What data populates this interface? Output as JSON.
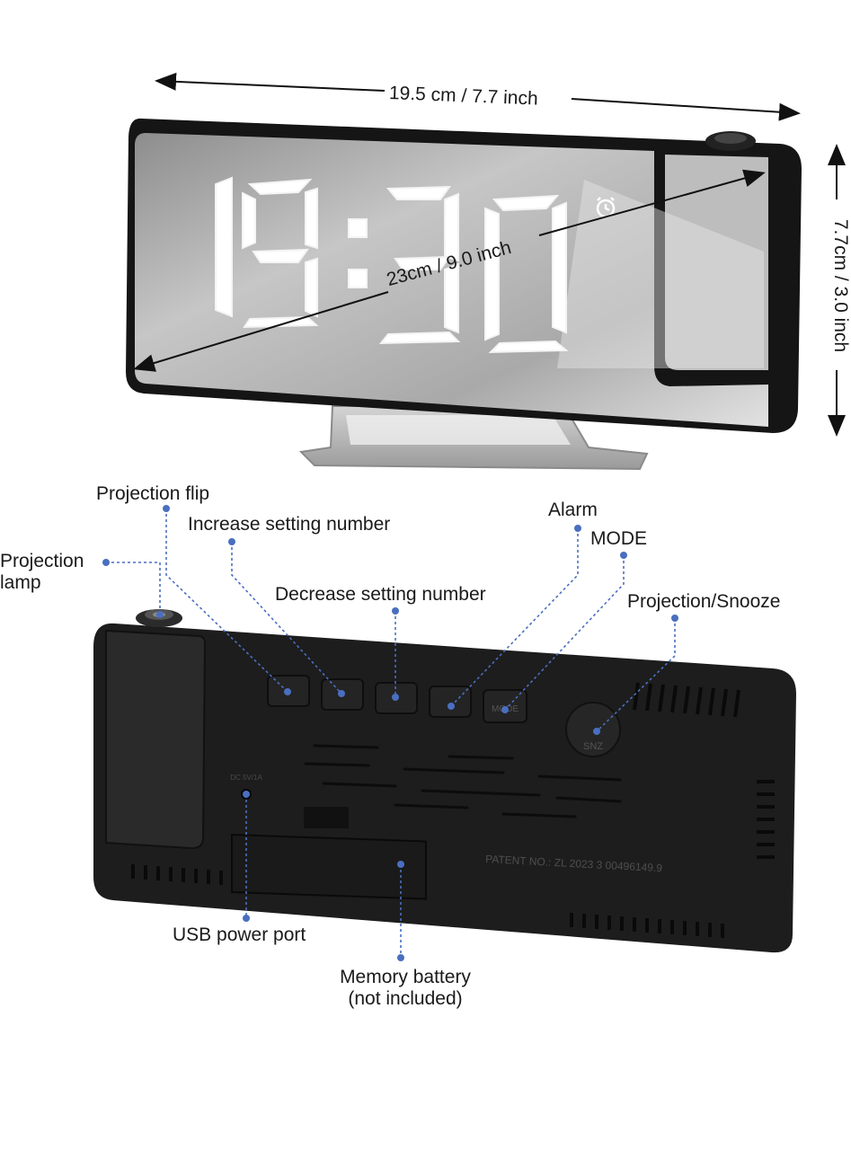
{
  "dimensions": {
    "width": "19.5 cm / 7.7 inch",
    "diagonal": "23cm / 9.0 inch",
    "height": "7.7cm / 3.0 inch"
  },
  "display": {
    "time": "19:30"
  },
  "callouts": {
    "projection_lamp": [
      "Projection",
      "lamp"
    ],
    "projection_flip": "Projection flip",
    "increase": "Increase setting number",
    "decrease": "Decrease setting number",
    "alarm": "Alarm",
    "mode": "MODE",
    "projection_snooze": "Projection/Snooze",
    "usb": "USB power port",
    "battery": [
      "Memory battery",
      "(not included)"
    ]
  },
  "device_back": {
    "mode_button": "MODE",
    "snooze_button": "SNZ",
    "patent": "PATENT NO.: ZL 2023 3 00496149.9",
    "port_label": "DC 5V/1A"
  },
  "colors": {
    "callout": "#4a6fc0",
    "body": "#1c1c1c",
    "mirror": "#c9c9c9",
    "stand": "#b9b9b9"
  }
}
